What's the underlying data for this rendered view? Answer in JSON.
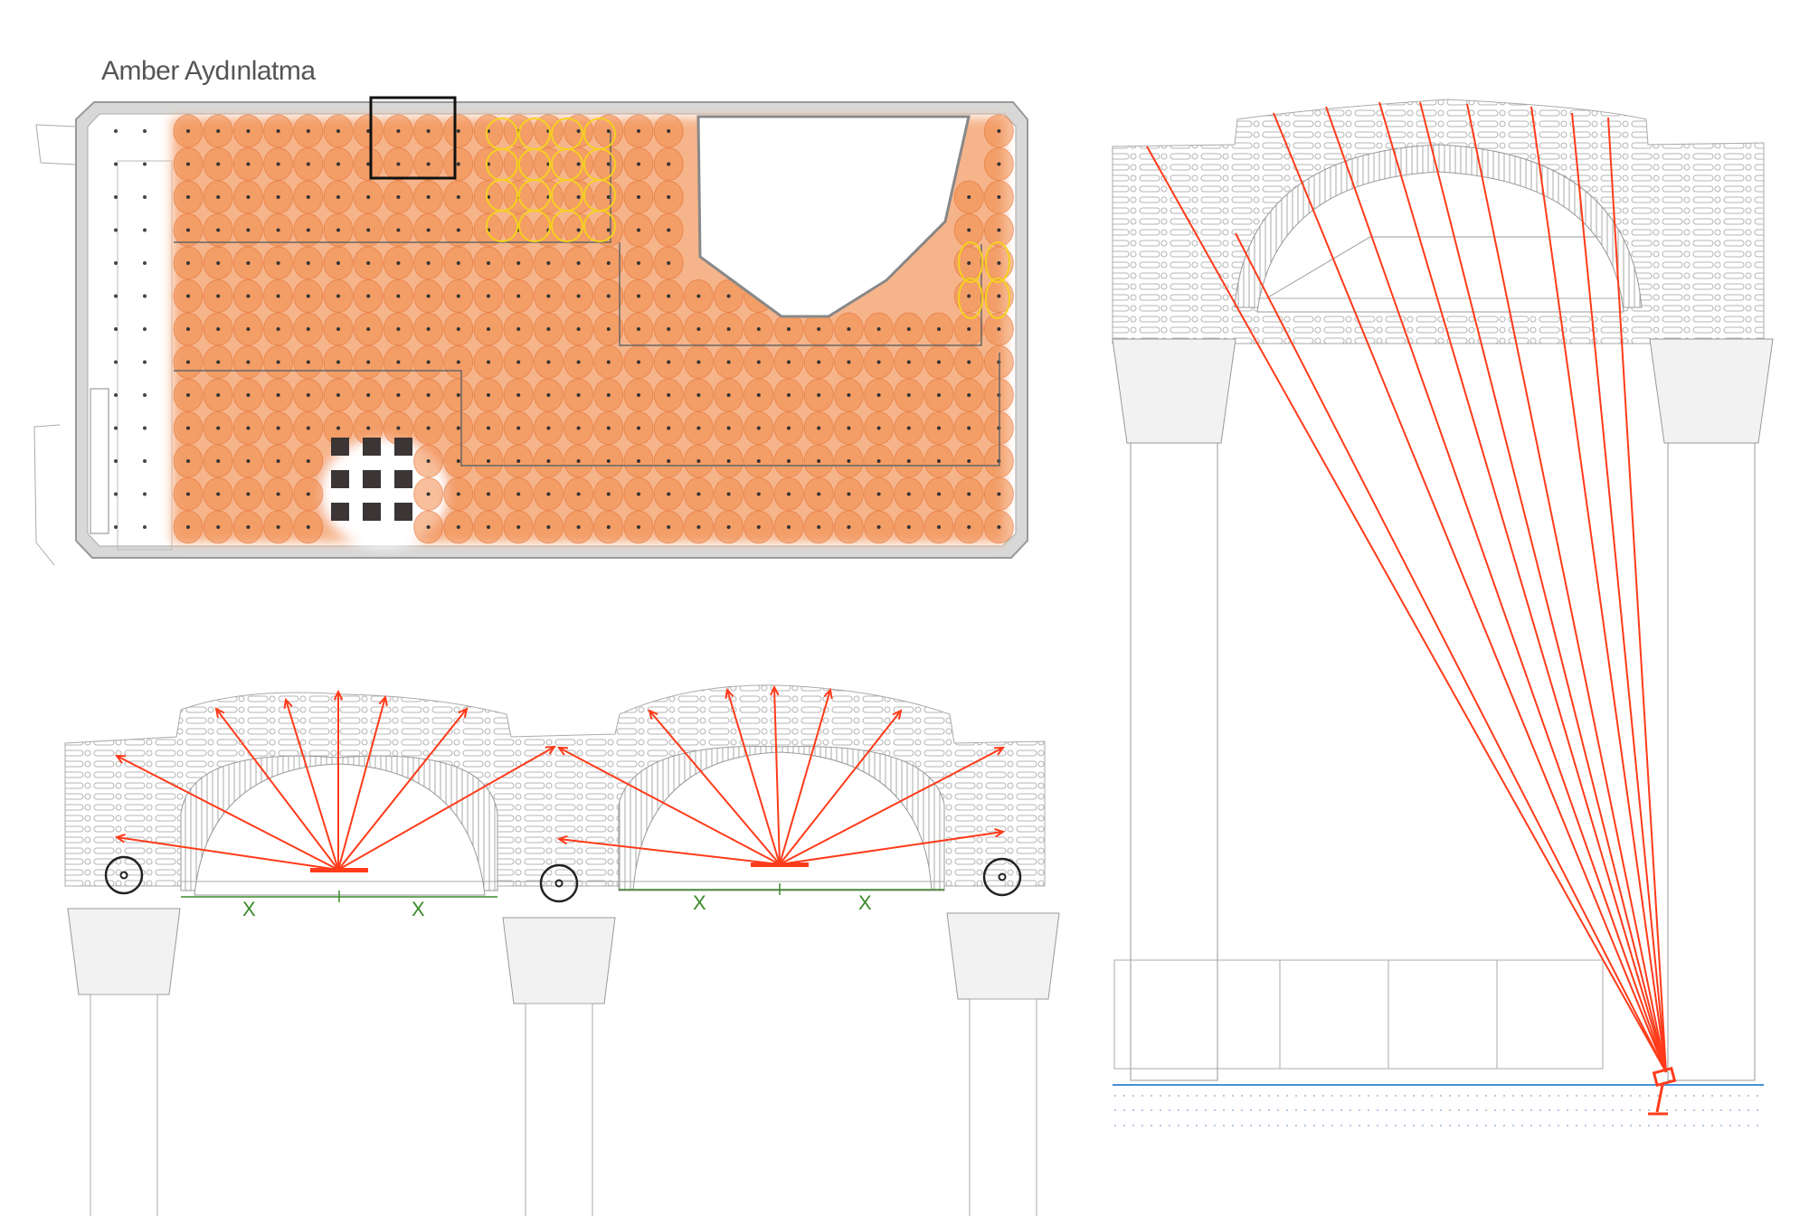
{
  "title": "Amber Aydınlatma",
  "elevation": {
    "dimension_labels": [
      "X",
      "X",
      "X",
      "X"
    ]
  },
  "colors": {
    "light_fill": "#f08a4b",
    "ray": "#ff3b1a",
    "highlight_ring": "#f5d020",
    "dimension": "#3a8a2a",
    "floor_line": "#4a90d9",
    "linework": "#9a9a9a"
  }
}
